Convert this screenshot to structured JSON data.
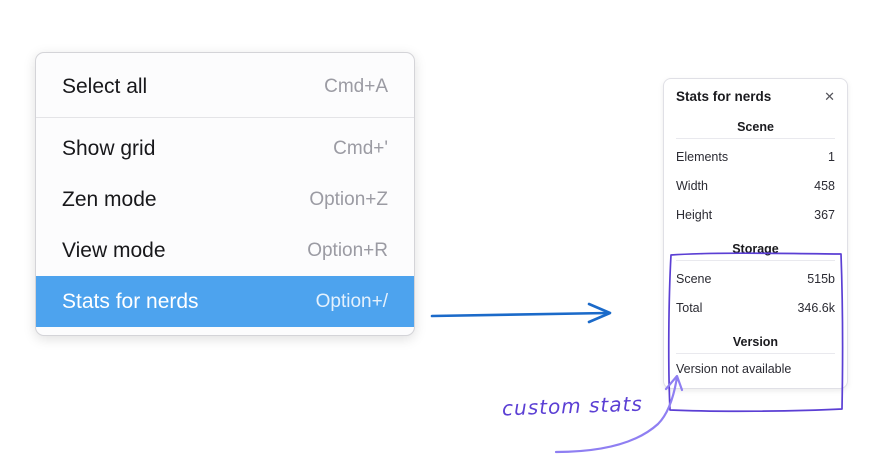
{
  "context_menu": {
    "items": [
      {
        "label": "Select all",
        "shortcut": "Cmd+A",
        "selected": false
      },
      {
        "label": "Show grid",
        "shortcut": "Cmd+'",
        "selected": false
      },
      {
        "label": "Zen mode",
        "shortcut": "Option+Z",
        "selected": false
      },
      {
        "label": "View mode",
        "shortcut": "Option+R",
        "selected": false
      },
      {
        "label": "Stats for nerds",
        "shortcut": "Option+/",
        "selected": true
      }
    ]
  },
  "stats_panel": {
    "title": "Stats for nerds",
    "close_icon": "✕",
    "sections": [
      {
        "heading": "Scene",
        "rows": [
          {
            "label": "Elements",
            "value": "1"
          },
          {
            "label": "Width",
            "value": "458"
          },
          {
            "label": "Height",
            "value": "367"
          }
        ]
      },
      {
        "heading": "Storage",
        "rows": [
          {
            "label": "Scene",
            "value": "515b"
          },
          {
            "label": "Total",
            "value": "346.6k"
          }
        ]
      },
      {
        "heading": "Version",
        "note": "Version not available"
      }
    ]
  },
  "annotation": {
    "label": "custom stats"
  },
  "colors": {
    "menu_selection_blue": "#4da3ee",
    "arrow_blue": "#1b6ac9",
    "annotation_purple": "#5b3fd4",
    "annotation_arrow_purple": "#8f7ff2"
  }
}
